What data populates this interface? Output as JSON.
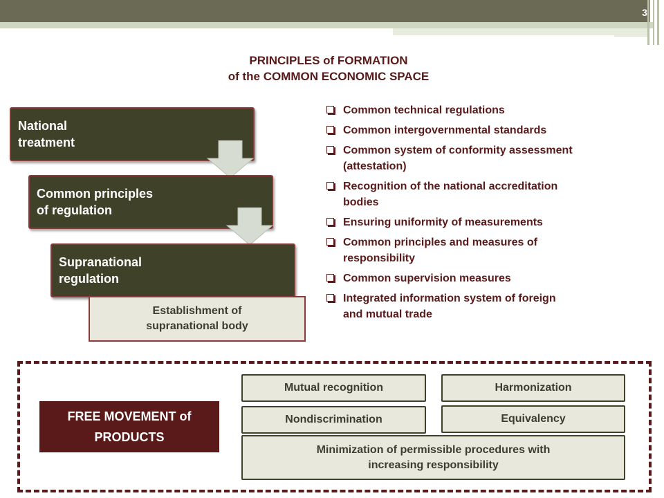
{
  "slide": {
    "page_number": "3",
    "title_line1": "PRINCIPLES of FORMATION",
    "title_line2": "of the COMMON ECONOMIC SPACE"
  },
  "steps": [
    {
      "line1": "National",
      "line2": "treatment"
    },
    {
      "line1": "Common principles",
      "line2": "of regulation"
    },
    {
      "line1": "Supranational",
      "line2": "regulation"
    }
  ],
  "establishment": {
    "line1": "Establishment of",
    "line2": "supranational body"
  },
  "bullets": [
    {
      "line1": "Common technical regulations",
      "line2": ""
    },
    {
      "line1": "Common intergovernmental standards",
      "line2": ""
    },
    {
      "line1": "Common system of conformity assessment",
      "line2": "(attestation)"
    },
    {
      "line1": "Recognition of the national accreditation",
      "line2": "bodies"
    },
    {
      "line1": "Ensuring uniformity of measurements",
      "line2": ""
    },
    {
      "line1": "Common principles and measures of",
      "line2": "responsibility"
    },
    {
      "line1": "Common supervision measures",
      "line2": ""
    },
    {
      "line1": "Integrated information system of foreign",
      "line2": "and mutual trade"
    }
  ],
  "free_movement": {
    "line1": "FREE MOVEMENT of",
    "line2": "PRODUCTS"
  },
  "principles": {
    "mutual_recognition": "Mutual recognition",
    "harmonization": "Harmonization",
    "nondiscrimination": "Nondiscrimination",
    "equivalency": "Equivalency",
    "minimization_line1": "Minimization of permissible procedures with",
    "minimization_line2": "increasing responsibility"
  },
  "colors": {
    "header_bar": "#6b6b55",
    "step_fill": "#3f4128",
    "accent_dark_red": "#5a1a1a",
    "pill_fill": "#e8e9dc"
  }
}
